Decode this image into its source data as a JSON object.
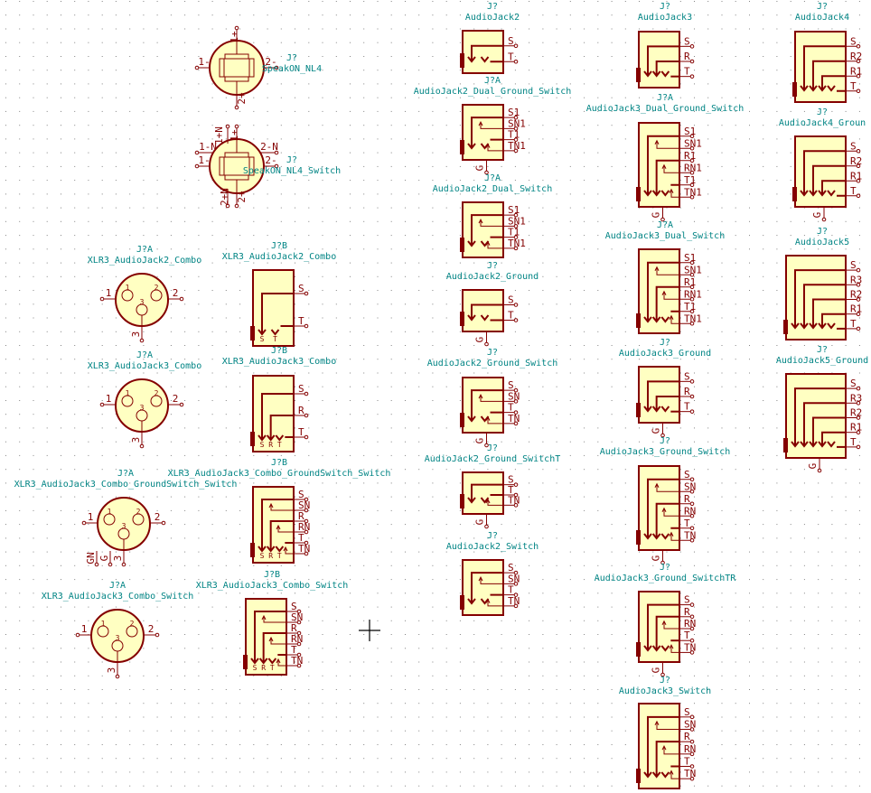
{
  "app": "KiCad Schematic Editor",
  "colors": {
    "background": "#ffffff",
    "grid_dot": "#848484",
    "symbol_outline": "#840000",
    "symbol_fill": "#ffffc2",
    "field_text": "#008484",
    "cursor": "#000000"
  },
  "symbols": [
    {
      "id": "speakon-nl4",
      "type": "speakon",
      "ref": "J?",
      "value": "SpeakON_NL4",
      "pins": [
        "1-",
        "2-",
        "1+",
        "2+"
      ],
      "switch": false
    },
    {
      "id": "speakon-nl4-switch",
      "type": "speakon",
      "ref": "J?",
      "value": "SpeakON_NL4_Switch",
      "pins": [
        "1-",
        "2-",
        "1+",
        "2+",
        "1-N",
        "2-N",
        "1+N",
        "2+N"
      ],
      "switch": true
    },
    {
      "id": "xlr3-audiojack2-combo-a",
      "type": "xlr",
      "ref": "J?A",
      "value": "XLR3_AudioJack2_Combo",
      "pins": [
        "1",
        "2",
        "3"
      ],
      "extra": []
    },
    {
      "id": "xlr3-audiojack2-combo-b",
      "type": "jack",
      "ref": "J?B",
      "value": "XLR3_AudioJack2_Combo",
      "pins": [
        "S",
        "T"
      ],
      "contacts": [
        "S",
        "T"
      ]
    },
    {
      "id": "xlr3-audiojack3-combo-a",
      "type": "xlr",
      "ref": "J?A",
      "value": "XLR3_AudioJack3_Combo",
      "pins": [
        "1",
        "2",
        "3"
      ],
      "extra": []
    },
    {
      "id": "xlr3-audiojack3-combo-b",
      "type": "jack",
      "ref": "J?B",
      "value": "XLR3_AudioJack3_Combo",
      "pins": [
        "S",
        "R",
        "T"
      ],
      "contacts": [
        "S",
        "R",
        "T"
      ]
    },
    {
      "id": "xlr3-audiojack3-combo-groundswitch-switch-a",
      "type": "xlr",
      "ref": "J?A",
      "value": "XLR3_AudioJack3_Combo_GroundSwitch_Switch",
      "pins": [
        "1",
        "2",
        "3"
      ],
      "extra": [
        "GN",
        "G"
      ]
    },
    {
      "id": "xlr3-audiojack3-combo-groundswitch-switch-b",
      "type": "jack",
      "ref": "J?B",
      "value": "XLR3_AudioJack3_Combo_GroundSwitch_Switch",
      "pins": [
        "S",
        "SN",
        "R",
        "RN",
        "T",
        "TN"
      ],
      "contacts": [
        "S",
        "R",
        "T"
      ]
    },
    {
      "id": "xlr3-audiojack3-combo-switch-a",
      "type": "xlr",
      "ref": "J?A",
      "value": "XLR3_AudioJack3_Combo_Switch",
      "pins": [
        "1",
        "2",
        "3"
      ],
      "extra": []
    },
    {
      "id": "xlr3-audiojack3-combo-switch-b",
      "type": "jack",
      "ref": "J?B",
      "value": "XLR3_AudioJack3_Combo_Switch",
      "pins": [
        "S",
        "SN",
        "R",
        "RN",
        "T",
        "TN"
      ],
      "contacts": [
        "S",
        "R",
        "T"
      ]
    },
    {
      "id": "audiojack2",
      "type": "jack",
      "ref": "J?",
      "value": "AudioJack2",
      "pins": [
        "S",
        "T"
      ],
      "ground": false
    },
    {
      "id": "audiojack2-dual-ground-switch",
      "type": "jack",
      "ref": "J?A",
      "value": "AudioJack2_Dual_Ground_Switch",
      "pins": [
        "S1",
        "SN1",
        "T1",
        "TN1"
      ],
      "ground": true
    },
    {
      "id": "audiojack2-dual-switch",
      "type": "jack",
      "ref": "J?A",
      "value": "AudioJack2_Dual_Switch",
      "pins": [
        "S1",
        "SN1",
        "T1",
        "TN1"
      ],
      "ground": false
    },
    {
      "id": "audiojack2-ground",
      "type": "jack",
      "ref": "J?",
      "value": "AudioJack2_Ground",
      "pins": [
        "S",
        "T"
      ],
      "ground": true
    },
    {
      "id": "audiojack2-ground-switch",
      "type": "jack",
      "ref": "J?",
      "value": "AudioJack2_Ground_Switch",
      "pins": [
        "S",
        "SN",
        "T",
        "TN"
      ],
      "ground": true
    },
    {
      "id": "audiojack2-ground-switcht",
      "type": "jack",
      "ref": "J?",
      "value": "AudioJack2_Ground_SwitchT",
      "pins": [
        "S",
        "T",
        "TN"
      ],
      "ground": true
    },
    {
      "id": "audiojack2-switch",
      "type": "jack",
      "ref": "J?",
      "value": "AudioJack2_Switch",
      "pins": [
        "S",
        "SN",
        "T",
        "TN"
      ],
      "ground": false
    },
    {
      "id": "audiojack3",
      "type": "jack",
      "ref": "J?",
      "value": "AudioJack3",
      "pins": [
        "S",
        "R",
        "T"
      ],
      "ground": false
    },
    {
      "id": "audiojack3-dual-ground-switch",
      "type": "jack",
      "ref": "J?A",
      "value": "AudioJack3_Dual_Ground_Switch",
      "pins": [
        "S1",
        "SN1",
        "R1",
        "RN1",
        "T1",
        "TN1"
      ],
      "ground": true
    },
    {
      "id": "audiojack3-dual-switch",
      "type": "jack",
      "ref": "J?A",
      "value": "AudioJack3_Dual_Switch",
      "pins": [
        "S1",
        "SN1",
        "R1",
        "RN1",
        "T1",
        "TN1"
      ],
      "ground": false
    },
    {
      "id": "audiojack3-ground",
      "type": "jack",
      "ref": "J?",
      "value": "AudioJack3_Ground",
      "pins": [
        "S",
        "R",
        "T"
      ],
      "ground": true
    },
    {
      "id": "audiojack3-ground-switch",
      "type": "jack",
      "ref": "J?",
      "value": "AudioJack3_Ground_Switch",
      "pins": [
        "S",
        "SN",
        "R",
        "RN",
        "T",
        "TN"
      ],
      "ground": true
    },
    {
      "id": "audiojack3-ground-switchtr",
      "type": "jack",
      "ref": "J?",
      "value": "AudioJack3_Ground_SwitchTR",
      "pins": [
        "S",
        "R",
        "RN",
        "T",
        "TN"
      ],
      "ground": true
    },
    {
      "id": "audiojack3-switch",
      "type": "jack",
      "ref": "J?",
      "value": "AudioJack3_Switch",
      "pins": [
        "S",
        "SN",
        "R",
        "RN",
        "T",
        "TN"
      ],
      "ground": false
    },
    {
      "id": "audiojack4",
      "type": "jack",
      "ref": "J?",
      "value": "AudioJack4",
      "pins": [
        "S",
        "R2",
        "R1",
        "T"
      ],
      "ground": false
    },
    {
      "id": "audiojack4-ground",
      "type": "jack",
      "ref": "J?",
      "value": "AudioJack4_Groun",
      "pins": [
        "S",
        "R2",
        "R1",
        "T"
      ],
      "ground": true
    },
    {
      "id": "audiojack5",
      "type": "jack",
      "ref": "J?",
      "value": "AudioJack5",
      "pins": [
        "S",
        "R3",
        "R2",
        "R1",
        "T"
      ],
      "ground": false
    },
    {
      "id": "audiojack5-ground",
      "type": "jack",
      "ref": "J?",
      "value": "AudioJack5_Ground",
      "pins": [
        "S",
        "R3",
        "R2",
        "R1",
        "T"
      ],
      "ground": true
    }
  ],
  "ground_pin_label": "G",
  "xlr_pin_small_labels": [
    "1",
    "2",
    "3"
  ],
  "combo_contact_labels": {
    "S": "S",
    "R": "R",
    "T": "T"
  }
}
